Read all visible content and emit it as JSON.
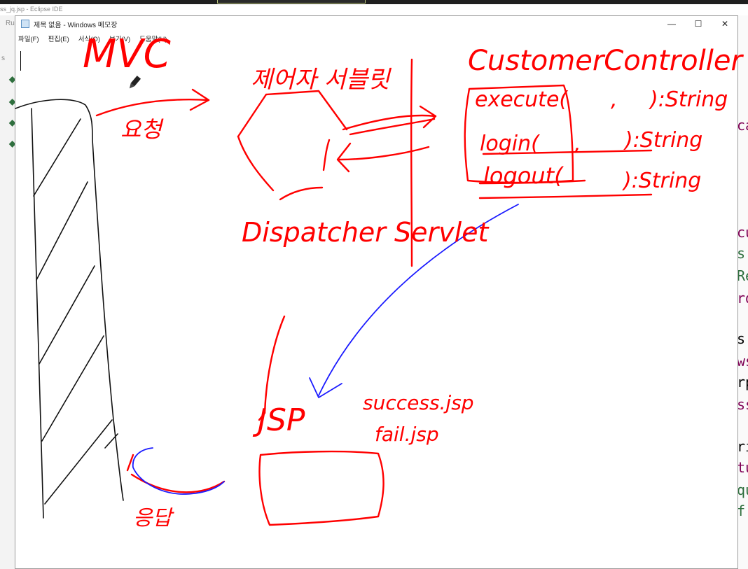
{
  "eclipse": {
    "title": "ss_jq.jsp - Eclipse IDE",
    "toolbar_fragment": "Ru",
    "left_label": "s",
    "code_fragments": [
      "ca",
      "cu",
      "s.",
      "Re",
      "rd",
      "s",
      "ws",
      "rp",
      "ss",
      "ri",
      "tu",
      "qu",
      "f"
    ]
  },
  "notepad": {
    "title": "제목 없음 - Windows 메모장",
    "menu": [
      "파일(F)",
      "편집(E)",
      "서식(O)",
      "보기(V)",
      "도움말(H)"
    ],
    "controls": {
      "minimize": "—",
      "maximize": "☐",
      "close": "✕"
    }
  },
  "sketch": {
    "mvc": "MVC",
    "request": "요청",
    "controller_ko": "제어자 서블릿",
    "dispatcher": "Dispatcher Servlet",
    "customer_controller": "CustomerController",
    "methods": [
      {
        "name": "execute(",
        "args": ",",
        "ret": "):String"
      },
      {
        "name": "login(",
        "args": ",",
        "ret": "):String"
      },
      {
        "name": "logout(",
        "args": "",
        "ret": "):String"
      }
    ],
    "jsp": "JSP",
    "success": "success.jsp",
    "fail": "fail.jsp",
    "response": "응답"
  },
  "colors": {
    "ink_red": "#ff0000",
    "ink_blue": "#1a1aff",
    "ink_black": "#111111"
  }
}
